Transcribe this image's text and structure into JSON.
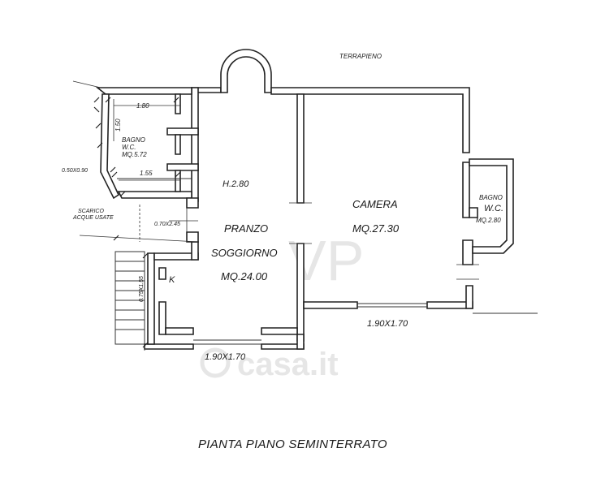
{
  "plan": {
    "title": "PIANTA PIANO  SEMINTERRATO",
    "terrapieno": "TERRAPIENO",
    "bagno1": {
      "line1": "BAGNO",
      "line2": "W.C.",
      "line3": "MQ.5.72"
    },
    "dim_180": "1.80",
    "dim_150": "1.50",
    "dim_155": "1.55",
    "dim_050": "0.50X0.90",
    "scarico": {
      "line1": "SCARICO",
      "line2": "ACQUE USATE"
    },
    "dim_070": "0.70X2.45",
    "height": "H.2.80",
    "pranzo": {
      "line1": "PRANZO",
      "line2": "SOGGIORNO",
      "line3": "MQ.24.00"
    },
    "k": "K",
    "dim_stair": "0.75X1.55",
    "window_left": "1.90X1.70",
    "camera": {
      "line1": "CAMERA",
      "line2": "MQ.27.30"
    },
    "bagno2": {
      "line1": "BAGNO",
      "line2": "W.C.",
      "line3": "MQ.2.80"
    },
    "window_right": "1.90X1.70",
    "watermark_logo": "VP",
    "watermark_text": "casa.it"
  }
}
